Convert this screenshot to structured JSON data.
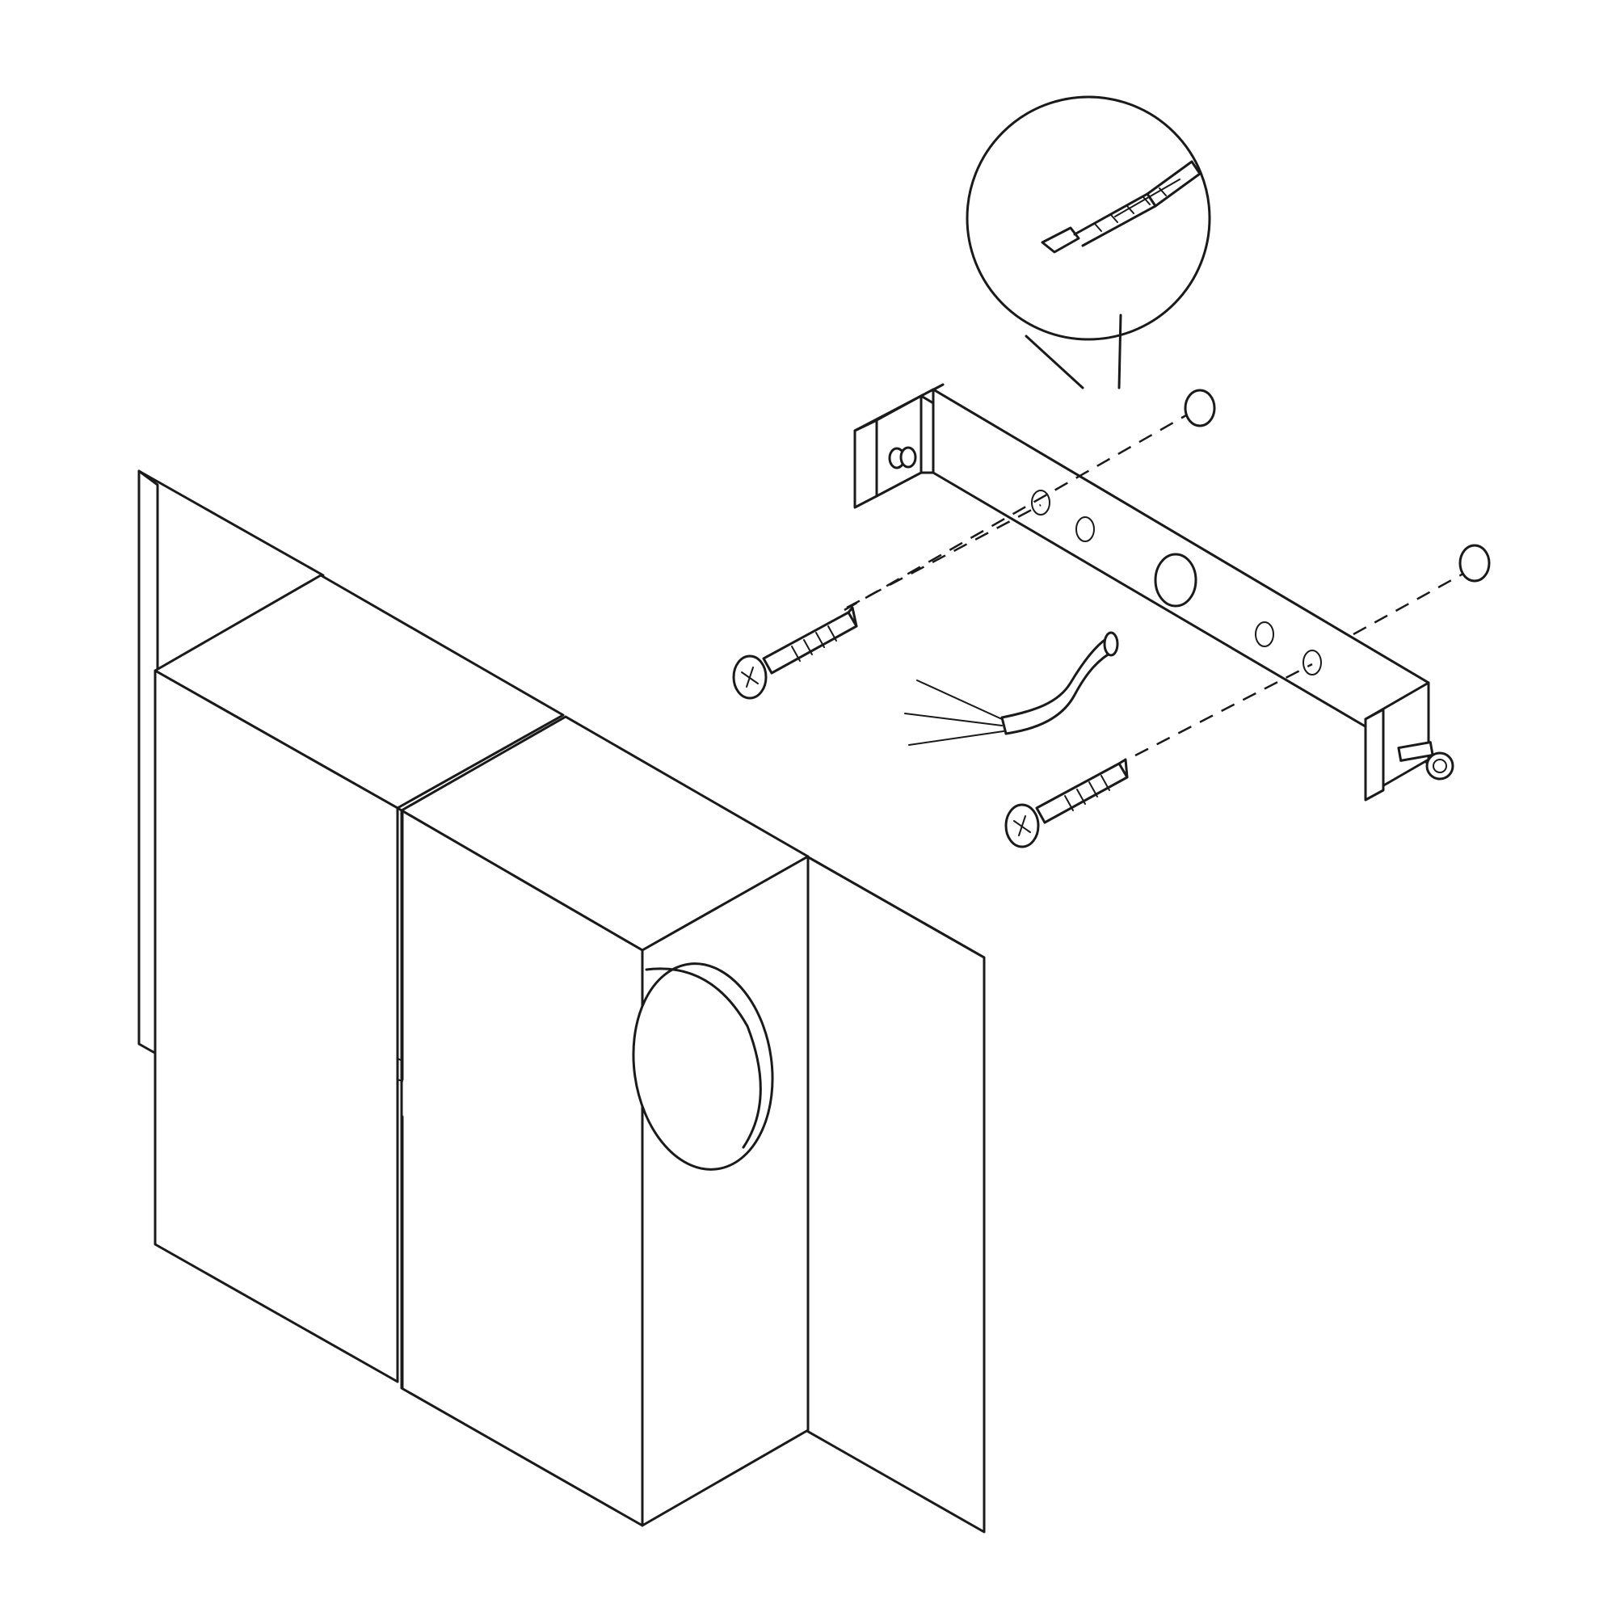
{
  "diagram": {
    "kind": "exploded assembly drawing",
    "parts": [
      {
        "id": "mounting-plate",
        "name": "mounting-plate"
      },
      {
        "id": "cover-box",
        "name": "cover-box"
      },
      {
        "id": "mounting-bracket",
        "name": "mounting-bracket"
      },
      {
        "id": "wood-screw",
        "name": "wood-screw",
        "count": 2
      },
      {
        "id": "wall-plug",
        "name": "wall-plug",
        "count": 2
      },
      {
        "id": "cable",
        "name": "cable"
      },
      {
        "id": "wall-plug-detail",
        "name": "wall-plug-detail"
      }
    ],
    "colors": {
      "line": "#1a1a1a",
      "background": "#ffffff"
    }
  }
}
